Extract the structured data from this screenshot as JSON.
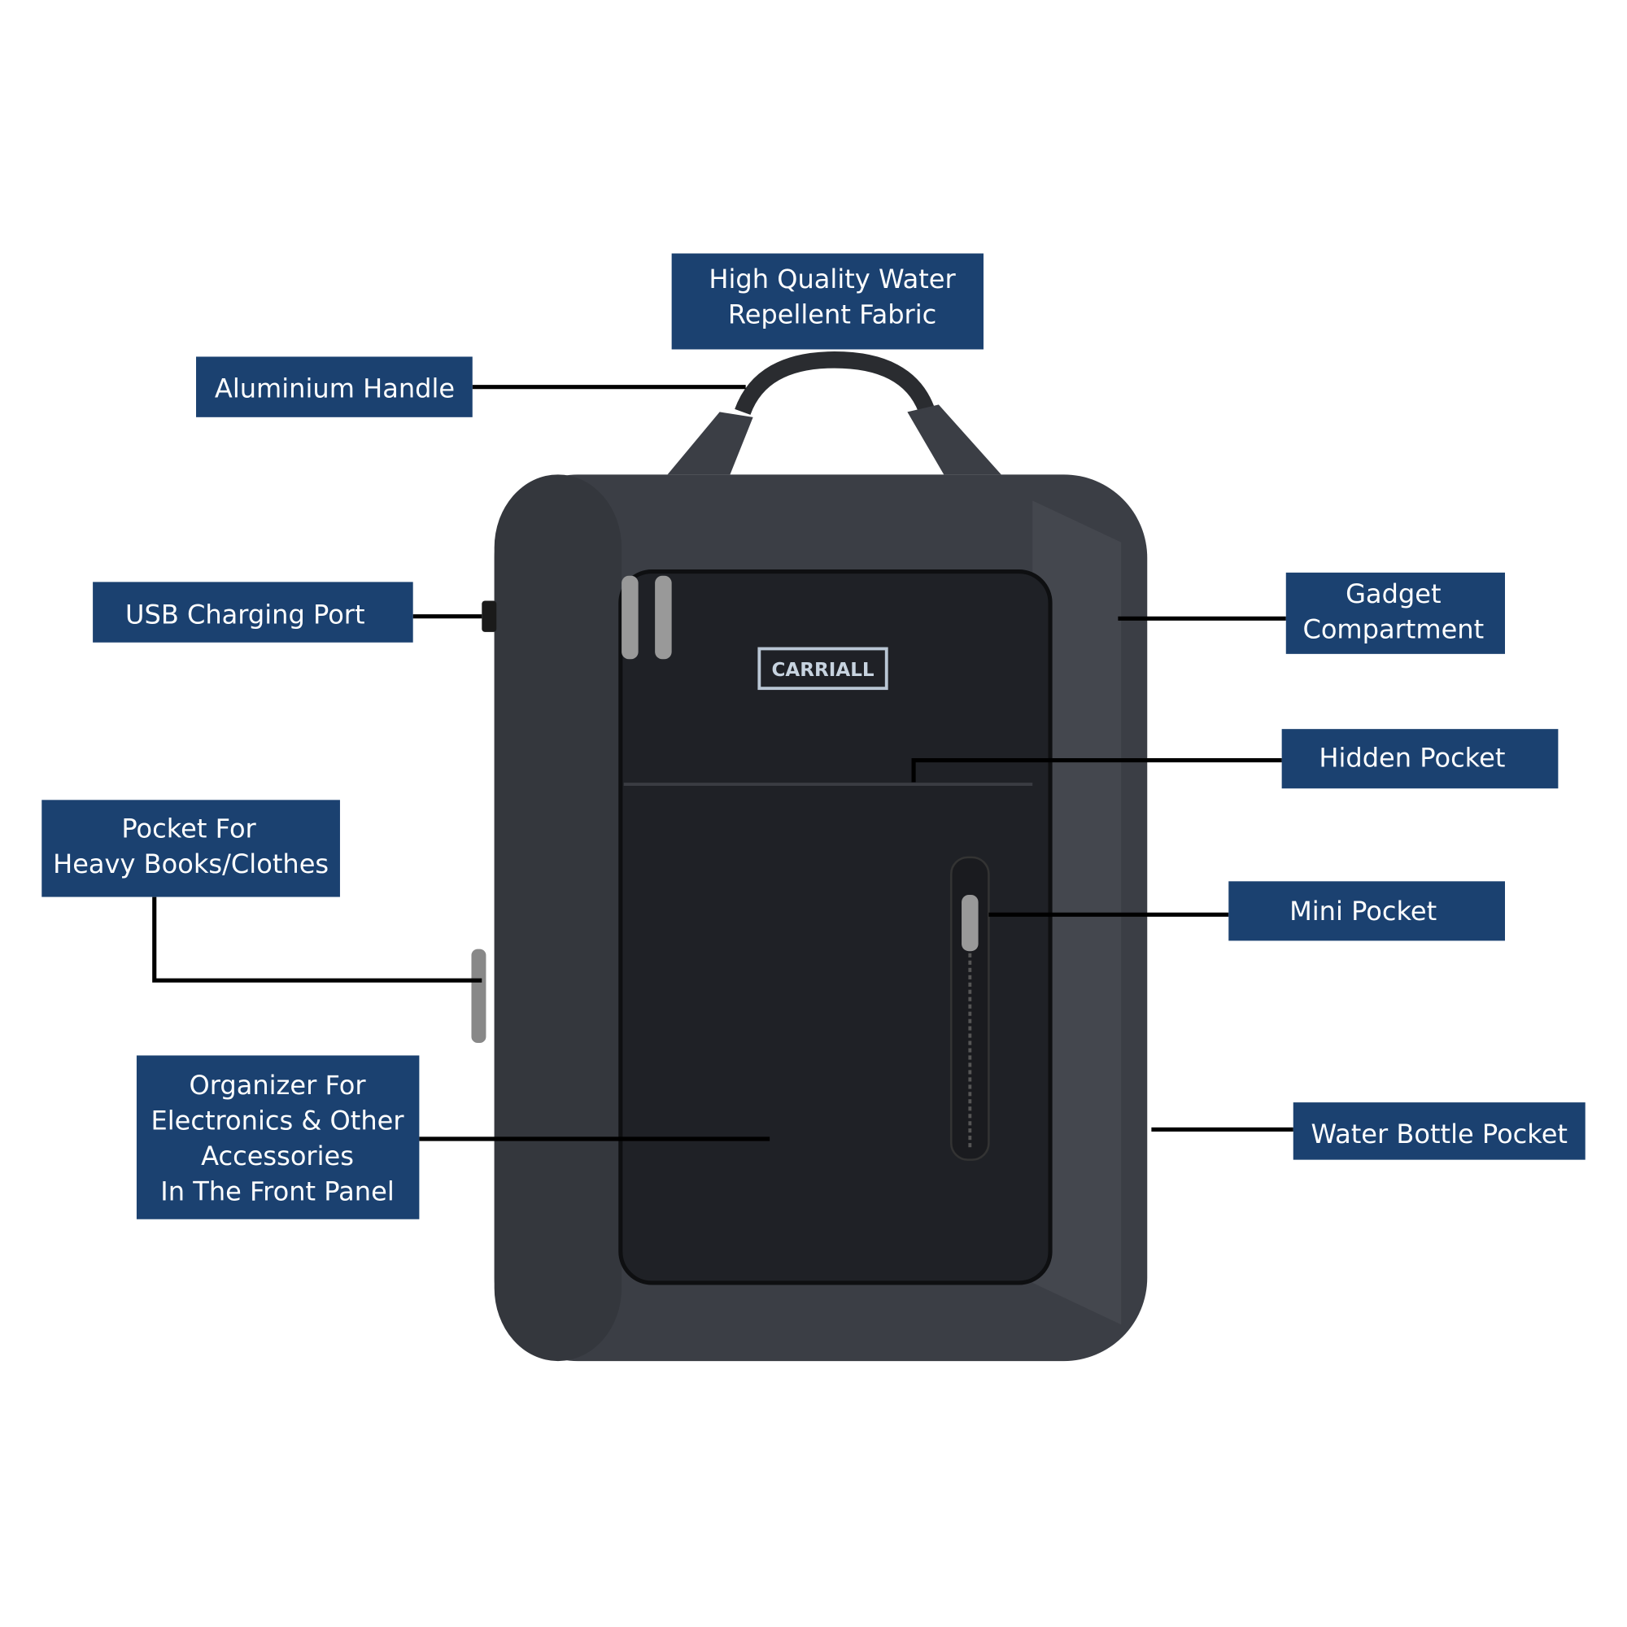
{
  "brand": "CARRIALL",
  "colors": {
    "label_bg": "#1b4170",
    "label_text": "#ffffff",
    "bag_outer": "#3b3e45",
    "bag_front": "#1f2126"
  },
  "callouts": {
    "fabric": [
      "High Quality Water",
      "Repellent Fabric"
    ],
    "handle": [
      "Aluminium Handle"
    ],
    "usb": [
      "USB Charging Port"
    ],
    "books": [
      "Pocket For",
      "Heavy Books/Clothes"
    ],
    "organizer": [
      "Organizer For",
      "Electronics & Other",
      "Accessories",
      "In The Front Panel"
    ],
    "gadget": [
      "Gadget",
      "Compartment"
    ],
    "hidden": [
      "Hidden Pocket"
    ],
    "mini": [
      "Mini Pocket"
    ],
    "bottle": [
      "Water Bottle Pocket"
    ]
  }
}
